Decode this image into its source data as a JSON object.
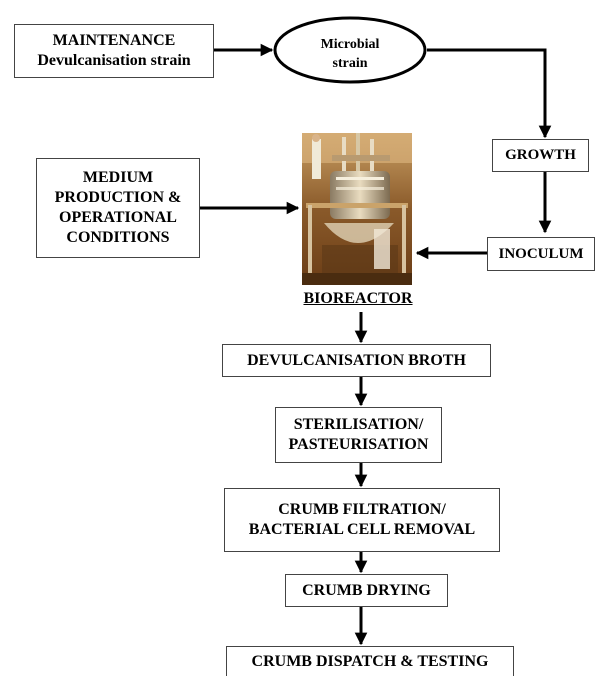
{
  "nodes": {
    "maintenance": [
      "MAINTENANCE",
      "Devulcanisation strain"
    ],
    "microbial_strain": [
      "Microbial",
      "strain"
    ],
    "growth": "GROWTH",
    "medium": [
      "MEDIUM",
      "PRODUCTION &",
      "OPERATIONAL",
      "CONDITIONS"
    ],
    "inoculum": "INOCULUM",
    "bioreactor": "BIOREACTOR",
    "devulcanisation_broth": "DEVULCANISATION BROTH",
    "sterilisation": [
      "STERILISATION/",
      "PASTEURISATION"
    ],
    "crumb_filtration": [
      "CRUMB FILTRATION/",
      "BACTERIAL CELL REMOVAL"
    ],
    "crumb_drying": "CRUMB DRYING",
    "crumb_dispatch": "CRUMB DISPATCH & TESTING"
  },
  "colors": {
    "line": "#000000",
    "box_border": "#444444"
  }
}
